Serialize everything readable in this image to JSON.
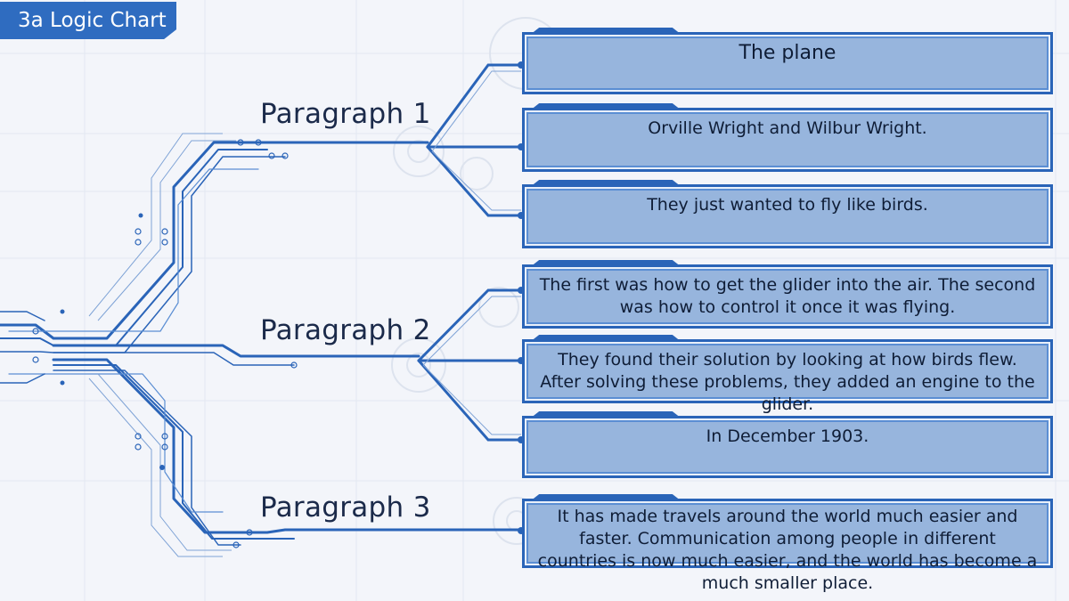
{
  "header": {
    "title": "3a Logic Chart"
  },
  "colors": {
    "accent": "#2f6cc0",
    "box_fill": "#97b5dd",
    "line": "#2a64b8"
  },
  "paragraphs": [
    {
      "label": "Paragraph 1",
      "boxes": [
        "The plane",
        "Orville Wright and Wilbur Wright.",
        "They just wanted to fly like birds."
      ]
    },
    {
      "label": "Paragraph 2",
      "boxes": [
        "The first was how to get the glider into the air. The second was how to control it once it was flying.",
        "They found their solution by looking at how birds flew. After solving these problems, they added an engine to the glider.",
        "In December 1903."
      ]
    },
    {
      "label": "Paragraph 3",
      "boxes": [
        "It has made travels around the world much easier and faster. Communication among people in different countries is now much easier, and the world has become a much smaller place."
      ]
    }
  ]
}
